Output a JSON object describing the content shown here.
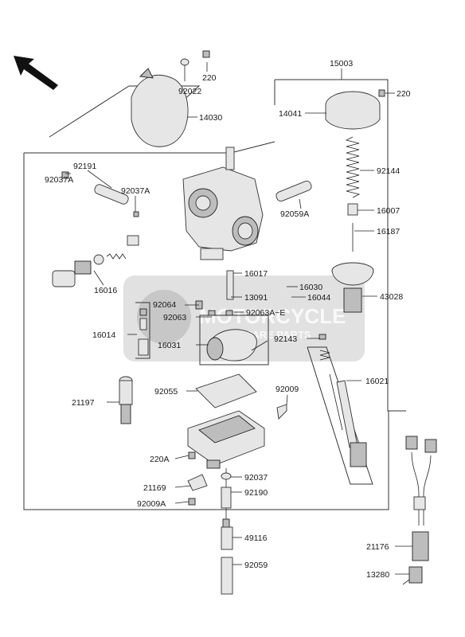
{
  "watermark": {
    "title": "MOTORCYCLE",
    "subtitle": "SPARE PARTS"
  },
  "labels": [
    {
      "id": "220-top",
      "text": "220"
    },
    {
      "id": "92022",
      "text": "92022"
    },
    {
      "id": "14030",
      "text": "14030"
    },
    {
      "id": "15003",
      "text": "15003"
    },
    {
      "id": "220-right",
      "text": "220"
    },
    {
      "id": "14041",
      "text": "14041"
    },
    {
      "id": "92144",
      "text": "92144"
    },
    {
      "id": "16007",
      "text": "16007"
    },
    {
      "id": "16187",
      "text": "16187"
    },
    {
      "id": "92191",
      "text": "92191"
    },
    {
      "id": "92037A-left",
      "text": "92037A"
    },
    {
      "id": "92037A-mid",
      "text": "92037A"
    },
    {
      "id": "92059A",
      "text": "92059A"
    },
    {
      "id": "16016",
      "text": "16016"
    },
    {
      "id": "16017",
      "text": "16017"
    },
    {
      "id": "16030",
      "text": "16030"
    },
    {
      "id": "13091",
      "text": "13091"
    },
    {
      "id": "16044",
      "text": "16044"
    },
    {
      "id": "43028",
      "text": "43028"
    },
    {
      "id": "92064",
      "text": "92064"
    },
    {
      "id": "92063",
      "text": "92063"
    },
    {
      "id": "92063A-E",
      "text": "92063A~E"
    },
    {
      "id": "16014",
      "text": "16014"
    },
    {
      "id": "16031",
      "text": "16031"
    },
    {
      "id": "92143",
      "text": "92143"
    },
    {
      "id": "16021",
      "text": "16021"
    },
    {
      "id": "21197",
      "text": "21197"
    },
    {
      "id": "92055",
      "text": "92055"
    },
    {
      "id": "92009",
      "text": "92009"
    },
    {
      "id": "220A",
      "text": "220A"
    },
    {
      "id": "92037",
      "text": "92037"
    },
    {
      "id": "21169",
      "text": "21169"
    },
    {
      "id": "92190",
      "text": "92190"
    },
    {
      "id": "92009A",
      "text": "92009A"
    },
    {
      "id": "49116",
      "text": "49116"
    },
    {
      "id": "21176",
      "text": "21176"
    },
    {
      "id": "92059",
      "text": "92059"
    },
    {
      "id": "13280",
      "text": "13280"
    }
  ]
}
